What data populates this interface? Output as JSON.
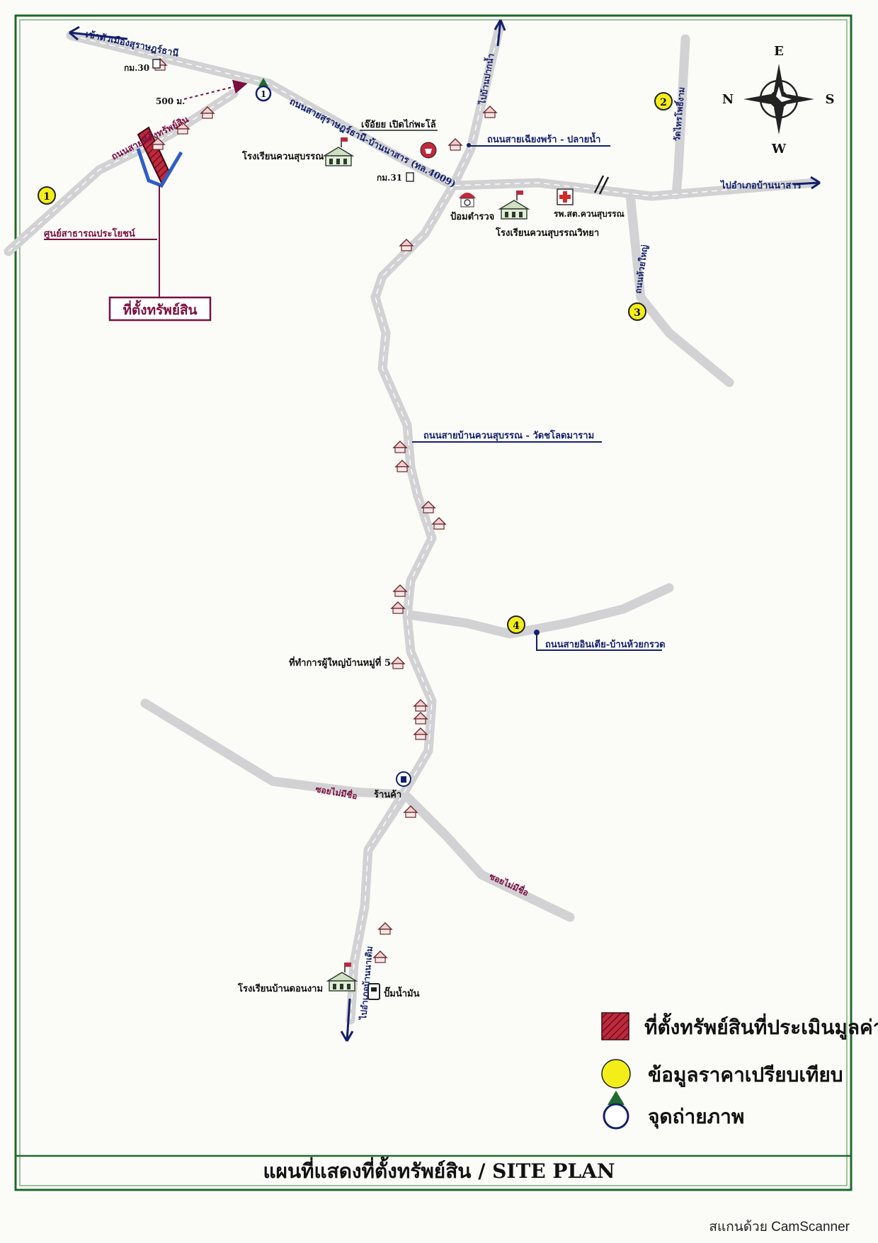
{
  "labels": {
    "to_surat": "เข้าตัวเมืองสุราษฎร์ธานี",
    "km30": "กม.30",
    "dist_500": "500 ม.",
    "road_property": "ถนนสายที่ตั้งทรัพย์สิน",
    "public_center": "ศูนย์สาธารณประโยชน์",
    "property_box": "ที่ตั้งทรัพย์สิน",
    "main_road": "ถนนสายสุราษฎร์ธานี-บ้านนาสาร (ทล.4009)",
    "km31": "กม.31",
    "market": "เจ๊อัยย เปิดไก่พะโล้",
    "school1": "โรงเรียนควนสุบรรณ",
    "to_pak_nam": "ไปบ้านปากน้ำ",
    "road_chiang_phra": "ถนนสายเฉียงพร้า - ปลายน้ำ",
    "wat_phrai": "วัดไทรโพธิ์งาม",
    "police": "ป้อมตำรวจ",
    "school2": "โรงเรียนควนสุบรรณวิทยา",
    "hospital": "รพ.สต.ควนสุบรรณ",
    "to_ban_na_san": "ไปอำเภอบ้านนาสาร",
    "road_huai_yai": "ถนนห้วยใหญ่",
    "road_khuan_suban": "ถนนสายบ้านควนสุบรรณ - วัดชโลดมาราม",
    "road_in_tia": "ถนนสายอินเตีย-บ้านห้วยกรวด",
    "village_head": "ที่ทำการผู้ใหญ่บ้านหมู่ที่ 5",
    "shop": "ร้านค้า",
    "soi1": "ซอยไม่มีชื่อ",
    "soi2": "ซอยไม่มีชื่อ",
    "to_don_yang": "ไปอำเภอบ้านนาเดิม",
    "school3": "โรงเรียนบ้านดอนงาม",
    "gas": "ปั๊มน้ำมัน"
  },
  "markers": [
    "1",
    "2",
    "3",
    "4"
  ],
  "compass": {
    "top": "E",
    "left": "N",
    "right": "S",
    "bottom": "W"
  },
  "legend": {
    "property": "ที่ตั้งทรัพย์สินที่ประเมินมูลค่า",
    "comparison": "ข้อมูลราคาเปรียบเทียบ",
    "photo_point": "จุดถ่ายภาพ"
  },
  "title": "แผนที่แสดงที่ตั้งทรัพย์สิน / SITE PLAN",
  "scanner": "สแกนด้วย CamScanner",
  "colors": {
    "road": "#d2d2d4",
    "border": "#1f6a2a",
    "property": "#c0283c",
    "marker": "#f3ee1a",
    "navy": "#141f6b",
    "pink": "#7a1040"
  }
}
